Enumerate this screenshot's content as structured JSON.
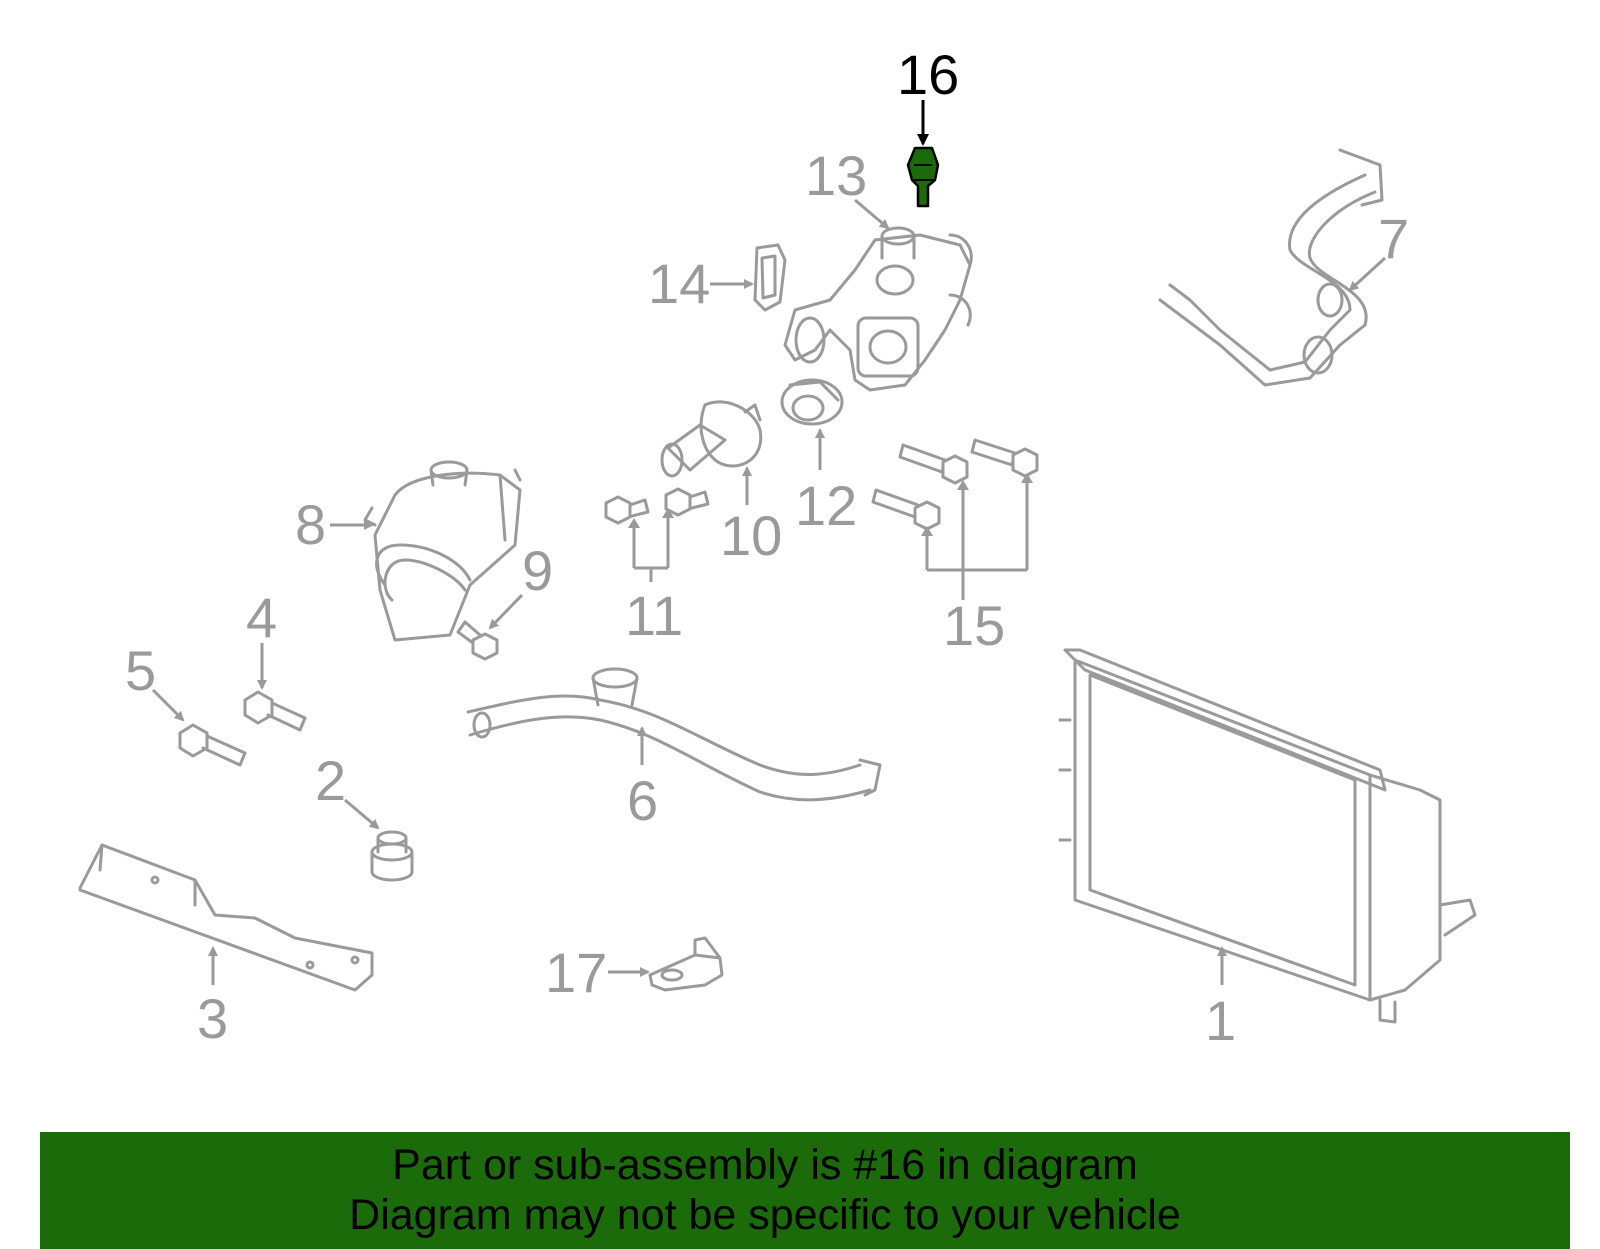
{
  "diagram": {
    "callouts": [
      "1",
      "2",
      "3",
      "4",
      "5",
      "6",
      "7",
      "8",
      "9",
      "10",
      "11",
      "12",
      "13",
      "14",
      "15",
      "16",
      "17"
    ],
    "highlighted_callout": "16",
    "highlight_color": "#1c6b0b",
    "line_color": "#9a9a9a"
  },
  "banner": {
    "line1": "Part or sub-assembly is #16 in diagram",
    "line2": "Diagram may not be specific to your vehicle",
    "background": "#1c6b0b"
  }
}
